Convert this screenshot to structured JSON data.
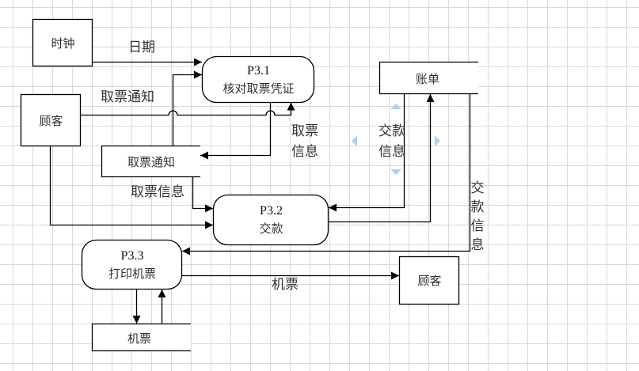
{
  "diagram": {
    "type": "data-flow-diagram",
    "colors": {
      "line": "#000000",
      "grid": "#d9d9d9",
      "selection_handle": "#a9d5ee"
    },
    "external_entities": [
      {
        "id": "clock",
        "label": "时钟"
      },
      {
        "id": "customer_in",
        "label": "顾客"
      },
      {
        "id": "customer_out",
        "label": "顾客"
      }
    ],
    "processes": [
      {
        "id": "p31",
        "pid": "P3.1",
        "name": "核对取票凭证"
      },
      {
        "id": "p32",
        "pid": "P3.2",
        "name": "交款"
      },
      {
        "id": "p33",
        "pid": "P3.3",
        "name": "打印机票"
      }
    ],
    "data_stores": [
      {
        "id": "bill",
        "label": "账单"
      },
      {
        "id": "notice",
        "label": "取票通知"
      },
      {
        "id": "ticket",
        "label": "机票"
      }
    ],
    "flow_labels": {
      "date": "日期",
      "pickup_notice": "取票通知",
      "pickup_info_right": "取票\n信息",
      "pickup_info_left": "取票信息",
      "payment_info_selected": "交款\n信息",
      "payment_info_vertical": "交款信息",
      "ticket": "机票"
    },
    "flows": [
      {
        "from": "时钟",
        "to": "P3.1",
        "label": "日期"
      },
      {
        "from": "取票通知",
        "to": "P3.1",
        "label": ""
      },
      {
        "from": "顾客",
        "to": "P3.1",
        "label": "取票通知"
      },
      {
        "from": "P3.1",
        "to": "取票通知",
        "label": "取票信息"
      },
      {
        "from": "取票通知",
        "to": "P3.2",
        "label": "取票信息"
      },
      {
        "from": "顾客",
        "to": "P3.2",
        "label": ""
      },
      {
        "from": "账单",
        "to": "P3.2",
        "label": "交款信息"
      },
      {
        "from": "P3.2",
        "to": "账单",
        "label": ""
      },
      {
        "from": "账单",
        "to": "P3.3",
        "label": "交款信息"
      },
      {
        "from": "P3.3",
        "to": "顾客",
        "label": "机票"
      },
      {
        "from": "P3.3",
        "to": "机票",
        "label": ""
      },
      {
        "from": "机票",
        "to": "P3.3",
        "label": ""
      }
    ]
  }
}
